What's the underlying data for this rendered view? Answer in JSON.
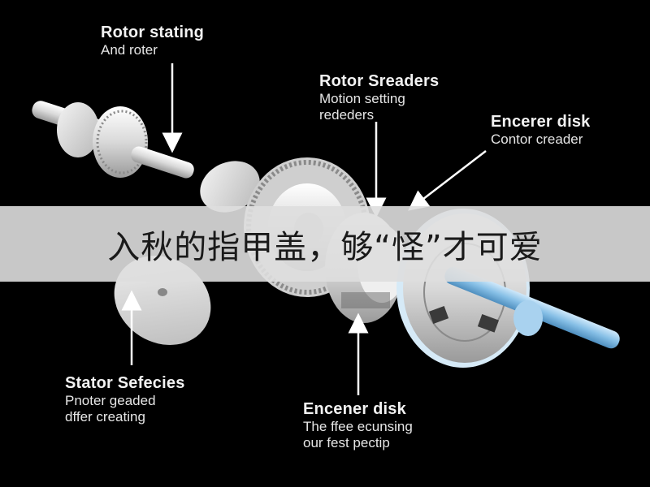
{
  "labels": {
    "rotor_stating": {
      "title": "Rotor stating",
      "sub": "And roter"
    },
    "rotor_sreaders": {
      "title": "Rotor Sreaders",
      "sub1": "Motion setting",
      "sub2": "rededers"
    },
    "encerer_disk": {
      "title": "Encerer disk",
      "sub": "Contor creader"
    },
    "stator": {
      "title": "Stator Sefecies",
      "sub1": "Pnoter geaded",
      "sub2": "dffer creating"
    },
    "encener_disk": {
      "title": "Encener disk",
      "sub1": "The ffee ecunsing",
      "sub2": "our fest pectip"
    }
  },
  "banner": {
    "text": "入秋的指甲盖，够“怪”才可爱"
  },
  "colors": {
    "background": "#000000",
    "part": "#e8e8e8",
    "shaft": "#7fb8e0",
    "banner": "#dedede"
  },
  "icons": [
    "rotor-shaft-icon",
    "spur-gear-icon",
    "disk-icon",
    "stator-plate-icon",
    "encoder-housing-icon",
    "encoder-disk-icon",
    "output-shaft-icon",
    "arrow-icon"
  ]
}
